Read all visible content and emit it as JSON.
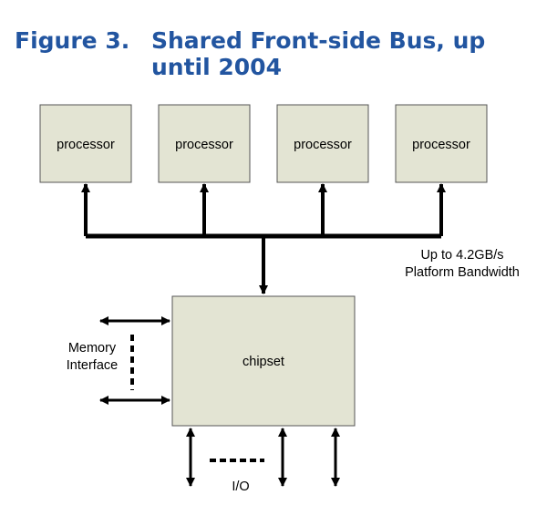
{
  "figure": {
    "number": "Figure 3.",
    "title_line1": "Shared Front-side Bus, up",
    "title_line2": "until 2004"
  },
  "processors": [
    {
      "label": "processor"
    },
    {
      "label": "processor"
    },
    {
      "label": "processor"
    },
    {
      "label": "processor"
    }
  ],
  "chipset": {
    "label": "chipset"
  },
  "bandwidth": {
    "line1": "Up to 4.2GB/s",
    "line2": "Platform Bandwidth"
  },
  "memory": {
    "line1": "Memory",
    "line2": "Interface"
  },
  "io": {
    "label": "I/O"
  },
  "colors": {
    "title": "#2255a0",
    "box_fill": "#e3e4d3",
    "box_stroke": "#555555",
    "line": "#000000"
  }
}
